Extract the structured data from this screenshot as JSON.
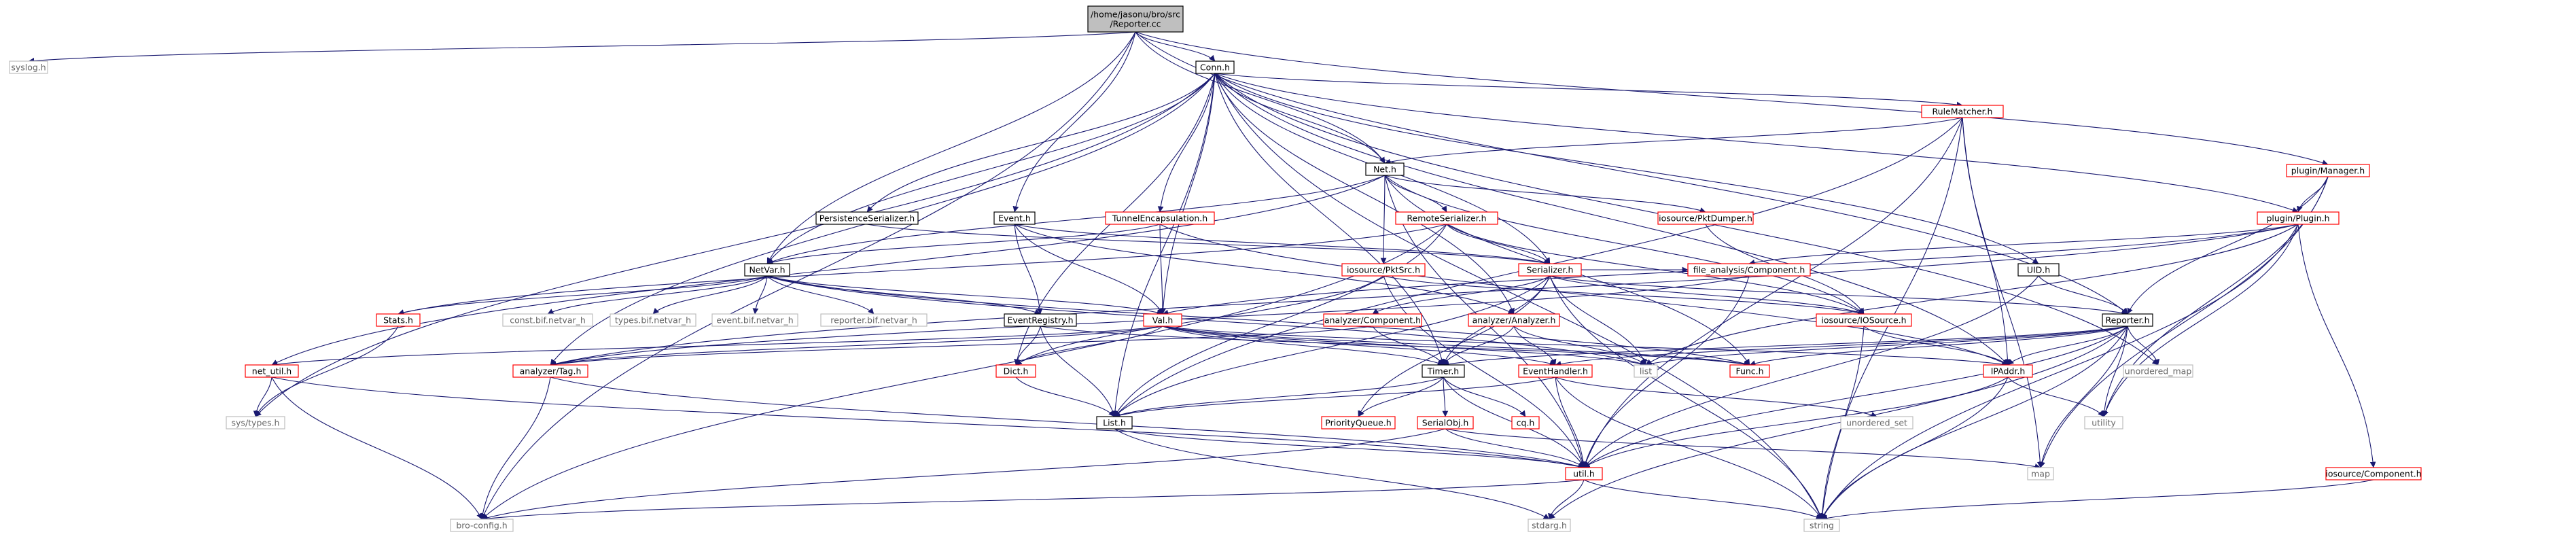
{
  "graph": {
    "root": "/home/jasonu/bro/src\n/Reporter.cc",
    "nodes": {
      "root": {
        "label": "/home/jasonu/bro/src\n/Reporter.cc",
        "kind": "root"
      },
      "syslog": {
        "label": "syslog.h",
        "kind": "sys"
      },
      "conn": {
        "label": "Conn.h",
        "kind": "doc"
      },
      "rulematcher": {
        "label": "RuleMatcher.h",
        "kind": "red"
      },
      "net": {
        "label": "Net.h",
        "kind": "doc"
      },
      "persist": {
        "label": "PersistenceSerializer.h",
        "kind": "doc"
      },
      "event": {
        "label": "Event.h",
        "kind": "doc"
      },
      "tunnel": {
        "label": "TunnelEncapsulation.h",
        "kind": "red"
      },
      "remote": {
        "label": "RemoteSerializer.h",
        "kind": "red"
      },
      "pktdumper": {
        "label": "iosource/PktDumper.h",
        "kind": "red"
      },
      "pktsrc": {
        "label": "iosource/PktSrc.h",
        "kind": "red"
      },
      "serializer": {
        "label": "Serializer.h",
        "kind": "red"
      },
      "fileana": {
        "label": "file_analysis/Component.h",
        "kind": "red"
      },
      "iosource": {
        "label": "iosource/IOSource.h",
        "kind": "red"
      },
      "uid": {
        "label": "UID.h",
        "kind": "doc"
      },
      "pmanager": {
        "label": "plugin/Manager.h",
        "kind": "red"
      },
      "pplugin": {
        "label": "plugin/Plugin.h",
        "kind": "red"
      },
      "netvar": {
        "label": "NetVar.h",
        "kind": "doc"
      },
      "eventreg": {
        "label": "EventRegistry.h",
        "kind": "doc"
      },
      "val": {
        "label": "Val.h",
        "kind": "red"
      },
      "anacomp": {
        "label": "analyzer/Component.h",
        "kind": "red"
      },
      "anaana": {
        "label": "analyzer/Analyzer.h",
        "kind": "red"
      },
      "stats": {
        "label": "Stats.h",
        "kind": "red"
      },
      "constbif": {
        "label": "const.bif.netvar_h",
        "kind": "sys"
      },
      "typesbif": {
        "label": "types.bif.netvar_h",
        "kind": "sys"
      },
      "eventbif": {
        "label": "event.bif.netvar_h",
        "kind": "sys"
      },
      "reporterbif": {
        "label": "reporter.bif.netvar_h",
        "kind": "sys"
      },
      "reporterh": {
        "label": "Reporter.h",
        "kind": "doc"
      },
      "netutil": {
        "label": "net_util.h",
        "kind": "red"
      },
      "anatag": {
        "label": "analyzer/Tag.h",
        "kind": "red"
      },
      "dict": {
        "label": "Dict.h",
        "kind": "red"
      },
      "timer": {
        "label": "Timer.h",
        "kind": "doc"
      },
      "eventhandler": {
        "label": "EventHandler.h",
        "kind": "red"
      },
      "list": {
        "label": "list",
        "kind": "sys"
      },
      "func": {
        "label": "Func.h",
        "kind": "red"
      },
      "ipaddr": {
        "label": "IPAddr.h",
        "kind": "red"
      },
      "unordmap": {
        "label": "unordered_map",
        "kind": "sys"
      },
      "systypes": {
        "label": "sys/types.h",
        "kind": "sys"
      },
      "listh": {
        "label": "List.h",
        "kind": "doc"
      },
      "prioq": {
        "label": "PriorityQueue.h",
        "kind": "red"
      },
      "serialobj": {
        "label": "SerialObj.h",
        "kind": "red"
      },
      "cq": {
        "label": "cq.h",
        "kind": "red"
      },
      "unordset": {
        "label": "unordered_set",
        "kind": "sys"
      },
      "utility": {
        "label": "utility",
        "kind": "sys"
      },
      "utilh": {
        "label": "util.h",
        "kind": "red"
      },
      "map": {
        "label": "map",
        "kind": "sys"
      },
      "iocomp": {
        "label": "iosource/Component.h",
        "kind": "red"
      },
      "broconfig": {
        "label": "bro-config.h",
        "kind": "sys"
      },
      "stdarg": {
        "label": "stdarg.h",
        "kind": "sys"
      },
      "string": {
        "label": "string",
        "kind": "sys"
      }
    },
    "edges": [
      [
        "root",
        "syslog"
      ],
      [
        "root",
        "conn"
      ],
      [
        "root",
        "net"
      ],
      [
        "root",
        "event"
      ],
      [
        "root",
        "netvar"
      ],
      [
        "root",
        "pmanager"
      ],
      [
        "root",
        "reporterh"
      ],
      [
        "root",
        "broconfig"
      ],
      [
        "conn",
        "rulematcher"
      ],
      [
        "conn",
        "net"
      ],
      [
        "conn",
        "persist"
      ],
      [
        "conn",
        "tunnel"
      ],
      [
        "conn",
        "serializer"
      ],
      [
        "conn",
        "val"
      ],
      [
        "conn",
        "timer"
      ],
      [
        "conn",
        "anaana"
      ],
      [
        "conn",
        "uid"
      ],
      [
        "conn",
        "ipaddr"
      ],
      [
        "conn",
        "unordmap"
      ],
      [
        "conn",
        "pplugin"
      ],
      [
        "conn",
        "string"
      ],
      [
        "conn",
        "systypes"
      ],
      [
        "conn",
        "dict"
      ],
      [
        "conn",
        "anatag"
      ],
      [
        "conn",
        "listh"
      ],
      [
        "conn",
        "netvar"
      ],
      [
        "rulematcher",
        "net"
      ],
      [
        "rulematcher",
        "listh"
      ],
      [
        "rulematcher",
        "utilh"
      ],
      [
        "rulematcher",
        "ipaddr"
      ],
      [
        "rulematcher",
        "map"
      ],
      [
        "rulematcher",
        "string"
      ],
      [
        "net",
        "remote"
      ],
      [
        "net",
        "pktdumper"
      ],
      [
        "net",
        "pktsrc"
      ],
      [
        "net",
        "iosource"
      ],
      [
        "net",
        "netvar"
      ],
      [
        "net",
        "utilh"
      ],
      [
        "net",
        "func"
      ],
      [
        "net",
        "netutil"
      ],
      [
        "persist",
        "serializer"
      ],
      [
        "event",
        "eventreg"
      ],
      [
        "event",
        "val"
      ],
      [
        "event",
        "serializer"
      ],
      [
        "event",
        "anaana"
      ],
      [
        "tunnel",
        "val"
      ],
      [
        "tunnel",
        "ipaddr"
      ],
      [
        "tunnel",
        "netvar"
      ],
      [
        "remote",
        "serializer"
      ],
      [
        "remote",
        "iosource"
      ],
      [
        "remote",
        "stats"
      ],
      [
        "remote",
        "broconfig"
      ],
      [
        "remote",
        "listh"
      ],
      [
        "pktdumper",
        "iosource"
      ],
      [
        "pktsrc",
        "iosource"
      ],
      [
        "pktsrc",
        "dict"
      ],
      [
        "pktsrc",
        "utilh"
      ],
      [
        "serializer",
        "fileana"
      ],
      [
        "serializer",
        "anacomp"
      ],
      [
        "serializer",
        "reporterh"
      ],
      [
        "serializer",
        "list"
      ],
      [
        "serializer",
        "prioq"
      ],
      [
        "serializer",
        "timer"
      ],
      [
        "serializer",
        "iosource"
      ],
      [
        "serializer",
        "string"
      ],
      [
        "serializer",
        "listh"
      ],
      [
        "fileana",
        "anatag"
      ],
      [
        "fileana",
        "utilh"
      ],
      [
        "iosource",
        "ipaddr"
      ],
      [
        "iosource",
        "string"
      ],
      [
        "uid",
        "reporterh"
      ],
      [
        "uid",
        "utilh"
      ],
      [
        "pmanager",
        "pplugin"
      ],
      [
        "pmanager",
        "reporterh"
      ],
      [
        "pmanager",
        "map"
      ],
      [
        "pmanager",
        "utility"
      ],
      [
        "pplugin",
        "iocomp"
      ],
      [
        "pplugin",
        "fileana"
      ],
      [
        "pplugin",
        "list"
      ],
      [
        "pplugin",
        "string"
      ],
      [
        "pplugin",
        "utility"
      ],
      [
        "pplugin",
        "val"
      ],
      [
        "pplugin",
        "anatag"
      ],
      [
        "netvar",
        "stats"
      ],
      [
        "netvar",
        "constbif"
      ],
      [
        "netvar",
        "typesbif"
      ],
      [
        "netvar",
        "eventbif"
      ],
      [
        "netvar",
        "reporterbif"
      ],
      [
        "netvar",
        "eventreg"
      ],
      [
        "netvar",
        "val"
      ],
      [
        "netvar",
        "func"
      ],
      [
        "netvar",
        "list"
      ],
      [
        "eventreg",
        "dict"
      ],
      [
        "eventreg",
        "listh"
      ],
      [
        "eventreg",
        "func"
      ],
      [
        "val",
        "netutil"
      ],
      [
        "val",
        "anatag"
      ],
      [
        "val",
        "dict"
      ],
      [
        "val",
        "timer"
      ],
      [
        "val",
        "eventhandler"
      ],
      [
        "val",
        "list"
      ],
      [
        "val",
        "ipaddr"
      ],
      [
        "val",
        "func"
      ],
      [
        "anacomp",
        "anatag"
      ],
      [
        "anacomp",
        "timer"
      ],
      [
        "anaana",
        "timer"
      ],
      [
        "anaana",
        "eventhandler"
      ],
      [
        "anaana",
        "list"
      ],
      [
        "stats",
        "systypes"
      ],
      [
        "reporterh",
        "list"
      ],
      [
        "reporterh",
        "func"
      ],
      [
        "reporterh",
        "ipaddr"
      ],
      [
        "reporterh",
        "unordmap"
      ],
      [
        "reporterh",
        "utility"
      ],
      [
        "reporterh",
        "map"
      ],
      [
        "reporterh",
        "string"
      ],
      [
        "reporterh",
        "stdarg"
      ],
      [
        "reporterh",
        "utilh"
      ],
      [
        "reporterh",
        "eventhandler"
      ],
      [
        "reporterh",
        "timer"
      ],
      [
        "netutil",
        "systypes"
      ],
      [
        "netutil",
        "utilh"
      ],
      [
        "netutil",
        "broconfig"
      ],
      [
        "anatag",
        "broconfig"
      ],
      [
        "anatag",
        "utilh"
      ],
      [
        "dict",
        "listh"
      ],
      [
        "timer",
        "prioq"
      ],
      [
        "timer",
        "serialobj"
      ],
      [
        "timer",
        "cq"
      ],
      [
        "timer",
        "utilh"
      ],
      [
        "timer",
        "listh"
      ],
      [
        "eventhandler",
        "listh"
      ],
      [
        "eventhandler",
        "unordset"
      ],
      [
        "eventhandler",
        "string"
      ],
      [
        "eventhandler",
        "utilh"
      ],
      [
        "ipaddr",
        "string"
      ],
      [
        "ipaddr",
        "utilh"
      ],
      [
        "ipaddr",
        "utility"
      ],
      [
        "listh",
        "utilh"
      ],
      [
        "listh",
        "stdarg"
      ],
      [
        "serialobj",
        "utilh"
      ],
      [
        "serialobj",
        "map"
      ],
      [
        "serialobj",
        "broconfig"
      ],
      [
        "utilh",
        "broconfig"
      ],
      [
        "utilh",
        "stdarg"
      ],
      [
        "utilh",
        "string"
      ],
      [
        "iocomp",
        "string"
      ]
    ]
  },
  "colors": {
    "root_fill": "#bfbfbf",
    "root_stroke": "#000000",
    "doc_stroke": "#000000",
    "red_stroke": "#ff0000",
    "sys_stroke": "#bfbfbf",
    "sys_text": "#666666",
    "edge": "#191970",
    "text": "#000000"
  }
}
